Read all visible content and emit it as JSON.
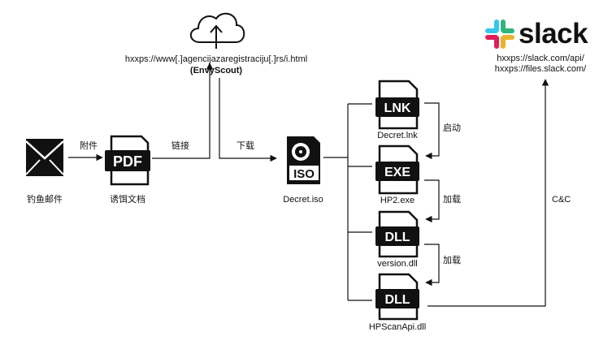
{
  "url_primary": {
    "line1": "hxxps://www[.]agencijazaregistraciju[.]rs/i.html",
    "line2": "(EnvyScout)"
  },
  "slack": {
    "logo_word": "slack",
    "url1": "hxxps://slack.com/api/",
    "url2": "hxxps://files.slack.com/"
  },
  "nodes": {
    "phishing_email": "钓鱼邮件",
    "lure_doc": "诱饵文档",
    "decret_iso": "Decret.iso",
    "decret_lnk": "Decret.lnk",
    "hp2_exe": "HP2.exe",
    "version_dll": "version.dll",
    "hpscanapi_dll": "HPScanApi.dll"
  },
  "edges": {
    "attachment": "附件",
    "link": "链接",
    "download": "下载",
    "launch": "启动",
    "load1": "加载",
    "load2": "加载",
    "c2": "C&C"
  },
  "file_badges": {
    "pdf": "PDF",
    "iso": "ISO",
    "lnk": "LNK",
    "exe": "EXE",
    "dll1": "DLL",
    "dll2": "DLL"
  },
  "colors": {
    "ink": "#111111",
    "slack_blue": "#36C5F0",
    "slack_green": "#2EB67D",
    "slack_red": "#E01E5A",
    "slack_yellow": "#ECB22E"
  }
}
